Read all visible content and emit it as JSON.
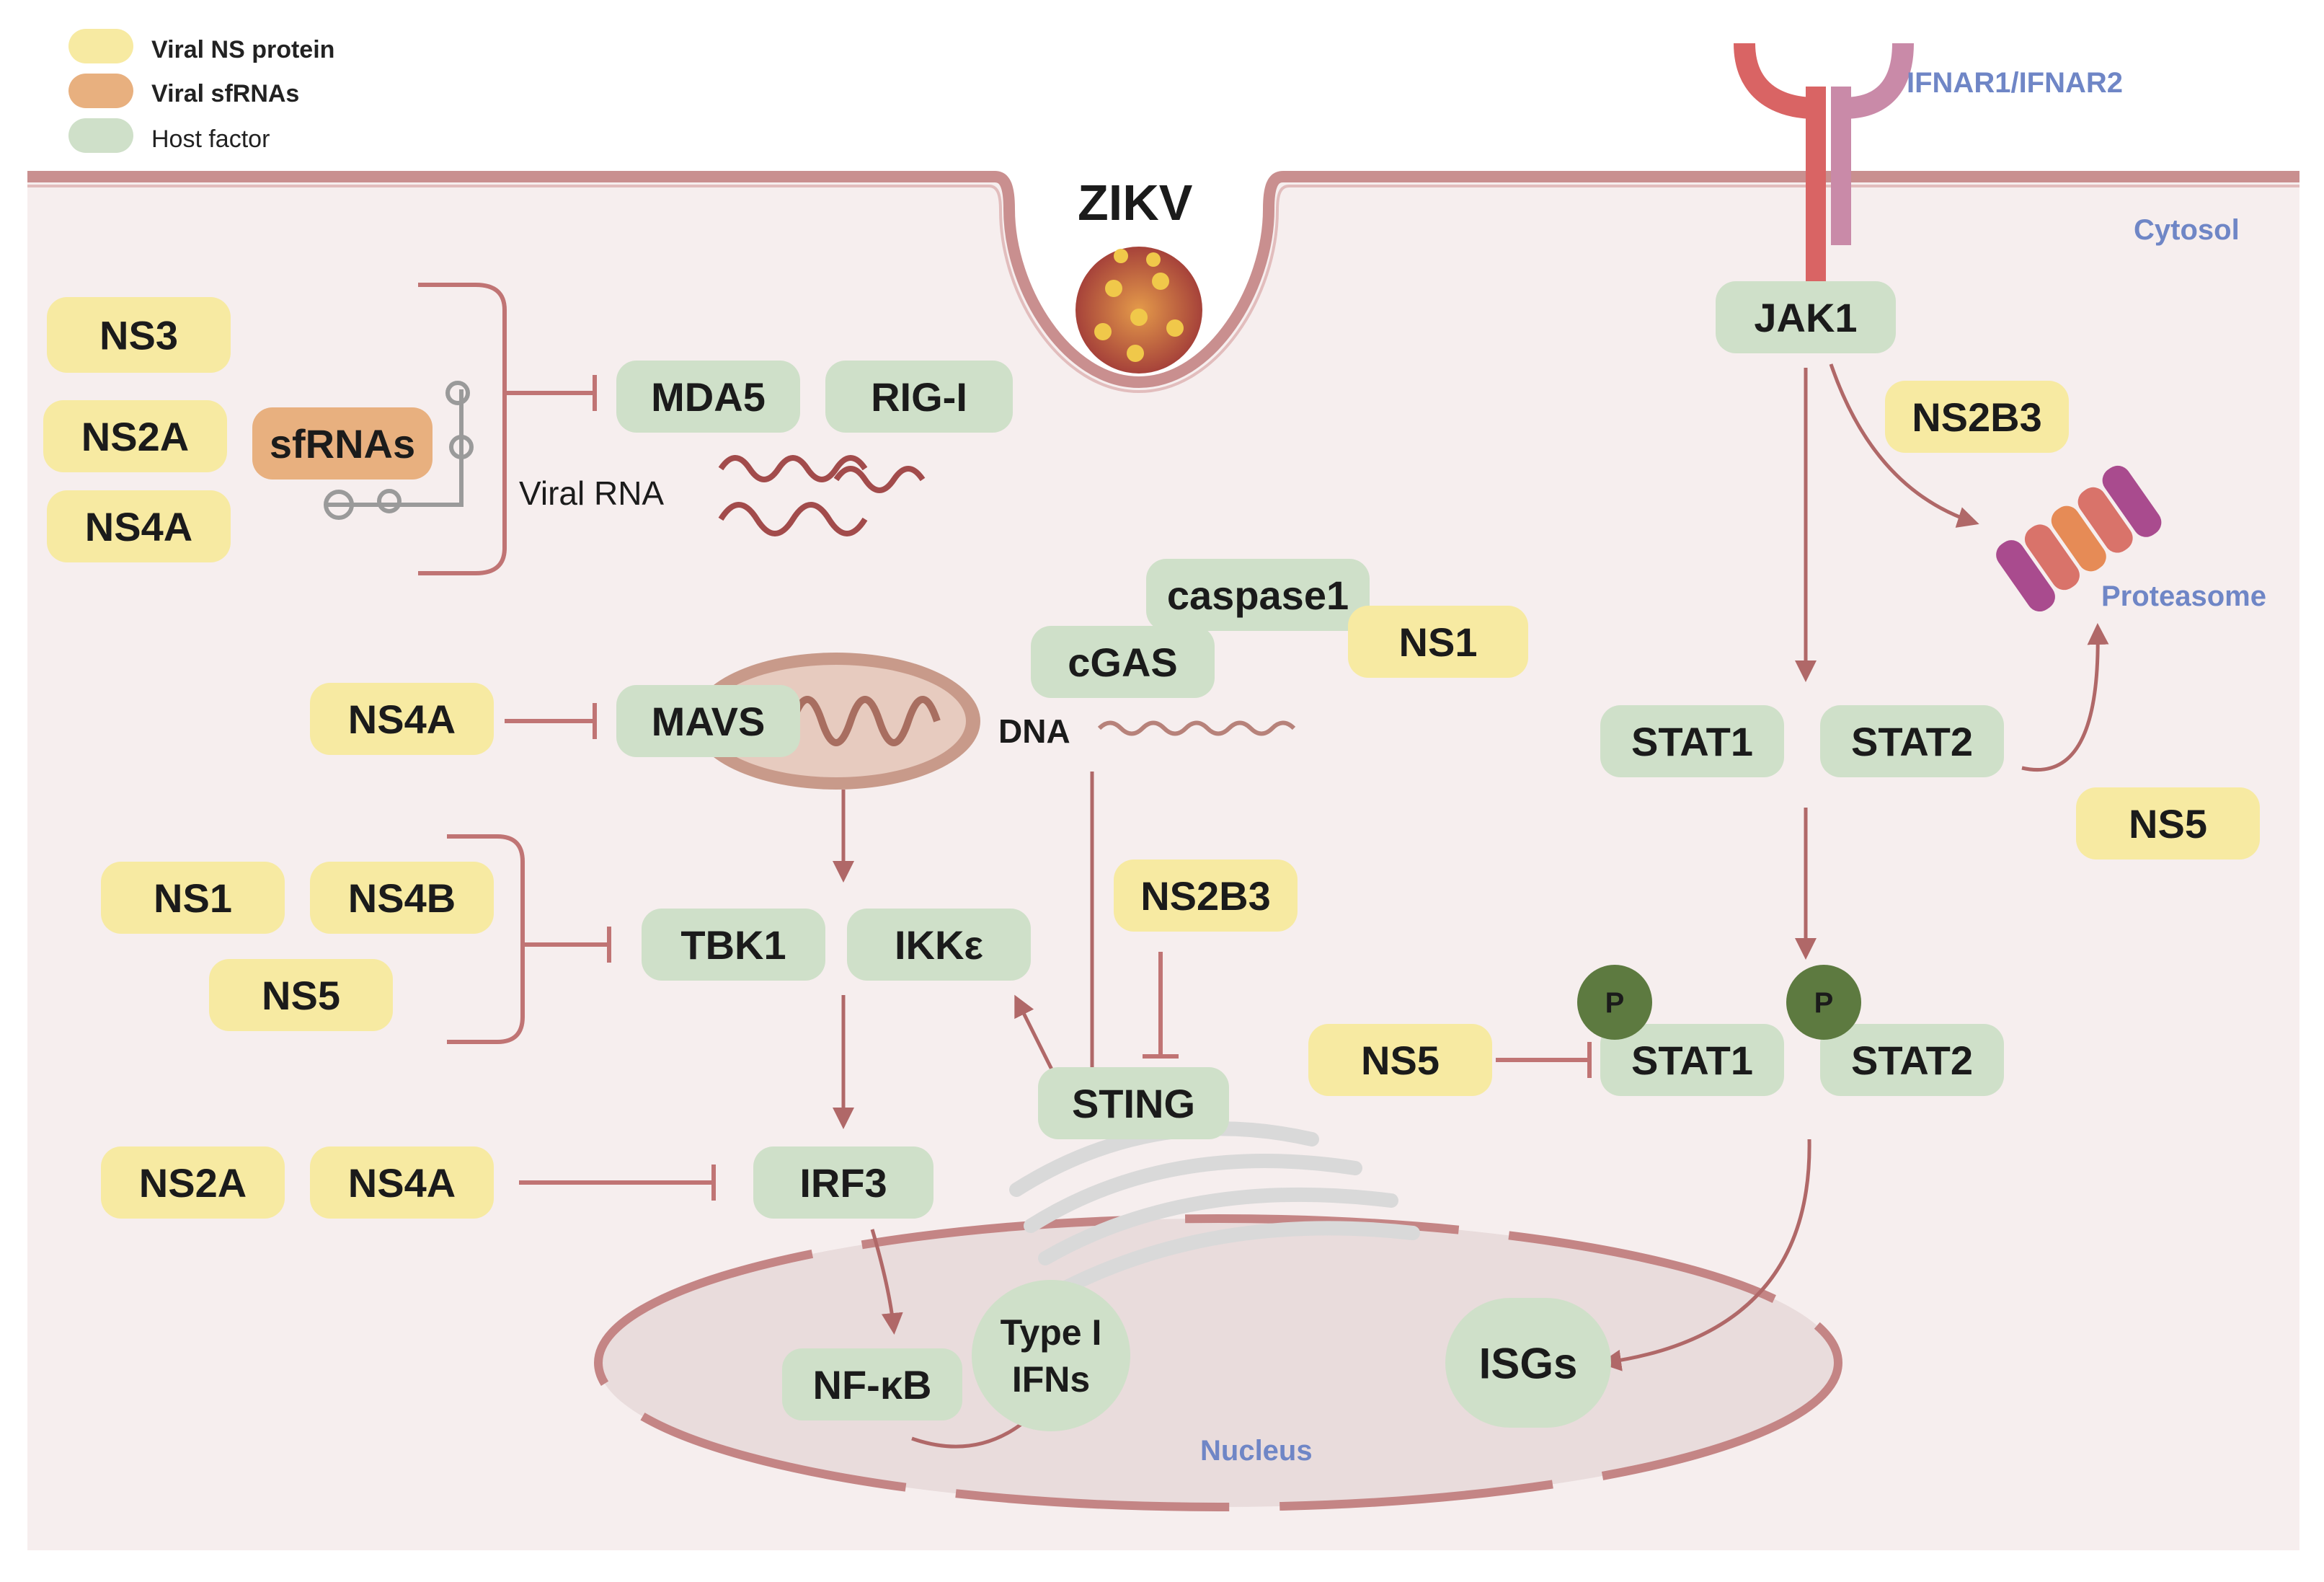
{
  "legend": {
    "viral_ns_protein": "Viral NS protein",
    "viral_sfrnas": "Viral sfRNAs",
    "host_factor": "Host factor"
  },
  "colors": {
    "viral": "#f7eaa2",
    "sfrna": "#e8b07f",
    "host": "#cfe0c9",
    "cell_bg": "#f6eeee",
    "membrane": "#c98f8f",
    "arrow": "#b06868",
    "label_blue": "#6f86c6",
    "phospho": "#5d7a40"
  },
  "labels": {
    "zikv": "ZIKV",
    "receptor": "IFNAR1/IFNAR2",
    "cytosol": "Cytosol",
    "proteasome": "Proteasome",
    "nucleus": "Nucleus",
    "viral_rna": "Viral RNA",
    "dna": "DNA",
    "phospho_mark": "P"
  },
  "nodes": {
    "ns3": "NS3",
    "ns2a_top": "NS2A",
    "ns4a_top": "NS4A",
    "sfrnas": "sfRNAs",
    "mda5": "MDA5",
    "rigi": "RIG-I",
    "jak1": "JAK1",
    "ns2b3_right": "NS2B3",
    "caspase1": "caspase1",
    "ns1_right": "NS1",
    "cgas": "cGAS",
    "ns4a_mid": "NS4A",
    "mavs": "MAVS",
    "stat1_top": "STAT1",
    "stat2_top": "STAT2",
    "ns5_right": "NS5",
    "ns1_left": "NS1",
    "ns4b": "NS4B",
    "ns5_left": "NS5",
    "tbk1": "TBK1",
    "ikke": "IKKε",
    "ns2b3_mid": "NS2B3",
    "sting": "STING",
    "ns5_mid": "NS5",
    "stat1_bottom": "STAT1",
    "stat2_bottom": "STAT2",
    "ns2a_bottom": "NS2A",
    "ns4a_bottom": "NS4A",
    "irf3": "IRF3",
    "nfkb": "NF-κB",
    "type_i_line1": "Type I",
    "type_i_line2": "IFNs",
    "isgs": "ISGs"
  }
}
